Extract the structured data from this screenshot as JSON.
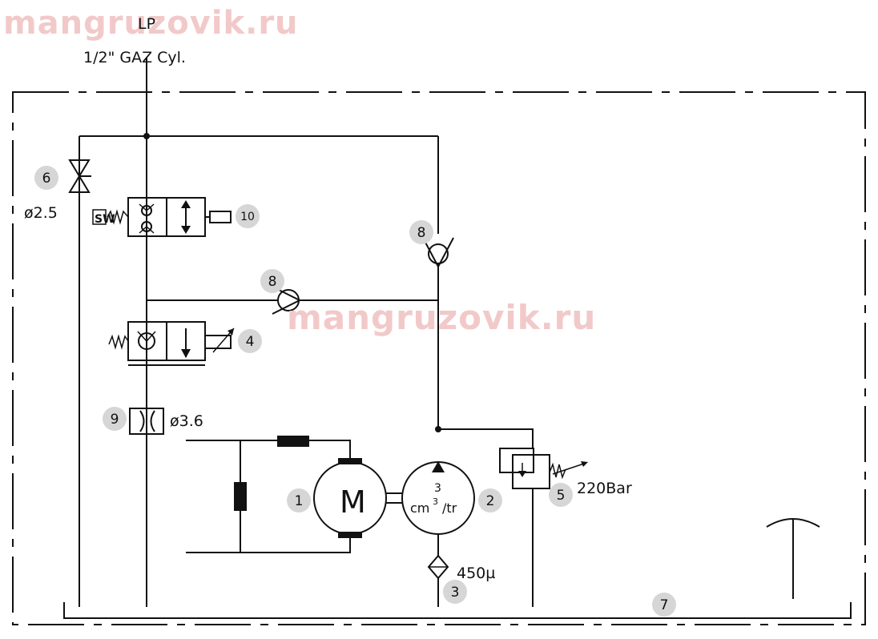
{
  "watermarks": [
    "mangruzovik.ru",
    "mangruzovik.ru"
  ],
  "port": {
    "label_top": "LP",
    "label_bottom": "1/2\" GAZ Cyl."
  },
  "valve_solenoid_label": "SW",
  "orifice_6": "ø2.5",
  "orifice_9": "ø3.6",
  "filter_rating": "450µ",
  "relief_pressure": "220Bar",
  "motor_letter": "M",
  "pump_displacement": {
    "number": "3",
    "unit_left": "cm",
    "unit_sup": "3",
    "unit_right": "/tr"
  },
  "badges": [
    {
      "id": "1",
      "name": "electric-motor"
    },
    {
      "id": "2",
      "name": "pump"
    },
    {
      "id": "3",
      "name": "filter"
    },
    {
      "id": "4",
      "name": "proportional-valve"
    },
    {
      "id": "5",
      "name": "relief-valve"
    },
    {
      "id": "6",
      "name": "needle-valve"
    },
    {
      "id": "7",
      "name": "tank"
    },
    {
      "id": "8",
      "name": "check-valve-upper"
    },
    {
      "id": "8",
      "name": "check-valve-left"
    },
    {
      "id": "9",
      "name": "orifice"
    },
    {
      "id": "10",
      "name": "solenoid-valve"
    }
  ]
}
